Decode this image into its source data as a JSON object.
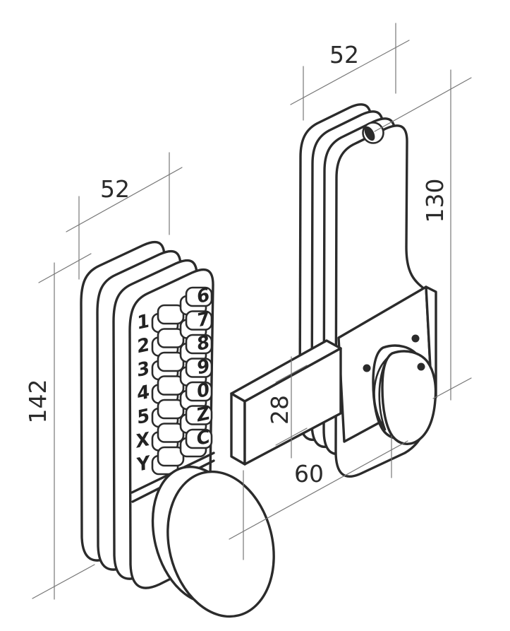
{
  "page": {
    "background": "#ffffff",
    "title": "Push-button door lock technical drawing"
  },
  "drawing": {
    "type": "isometric line drawing",
    "subject": "mechanical push-button combination door lock: front keypad unit with knob, back plate unit with thumbturn and latch bolt",
    "line_color": "#2b2b2b",
    "dimension_line_color": "#777777",
    "text_color": "#2b2b2b"
  },
  "keypad": {
    "left_column": [
      "1",
      "2",
      "3",
      "4",
      "5",
      "X",
      "Y"
    ],
    "right_column": [
      "6",
      "7",
      "8",
      "9",
      "0",
      "Z",
      "C"
    ]
  },
  "dimensions": {
    "front_width": "52",
    "front_height": "142",
    "back_width": "52",
    "back_height": "130",
    "bolt_height": "28",
    "bolt_length": "60"
  }
}
